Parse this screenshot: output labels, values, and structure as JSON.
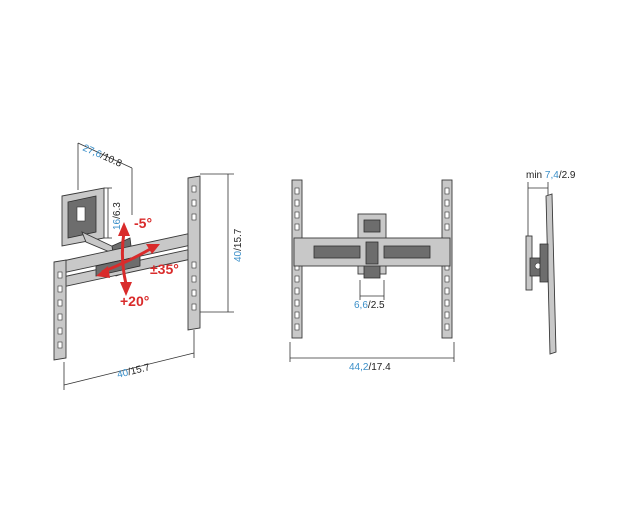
{
  "colors": {
    "metric": "#3a8fc9",
    "imperial": "#222222",
    "rotation": "#d92b2b"
  },
  "left_view": {
    "arm_depth": {
      "metric": "27,6",
      "sep": "/",
      "imperial": "10.8"
    },
    "arm_height": {
      "metric": "16",
      "sep": "/",
      "imperial": "6.3"
    },
    "panel_height": {
      "metric": "40",
      "sep": "/",
      "imperial": "15.7"
    },
    "width": {
      "metric": "40",
      "sep": "/",
      "imperial": "15.7"
    },
    "tilt_up": "-5°",
    "tilt_down": "+20°",
    "swivel": "±35°"
  },
  "front_view": {
    "width": {
      "metric": "44,2",
      "sep": "/",
      "imperial": "17.4"
    },
    "plate_width": {
      "metric": "6,6",
      "sep": "/",
      "imperial": "2.5"
    }
  },
  "side_view": {
    "min_depth": {
      "prefix": "min ",
      "metric": "7,4",
      "sep": "/",
      "imperial": "2.9"
    }
  }
}
